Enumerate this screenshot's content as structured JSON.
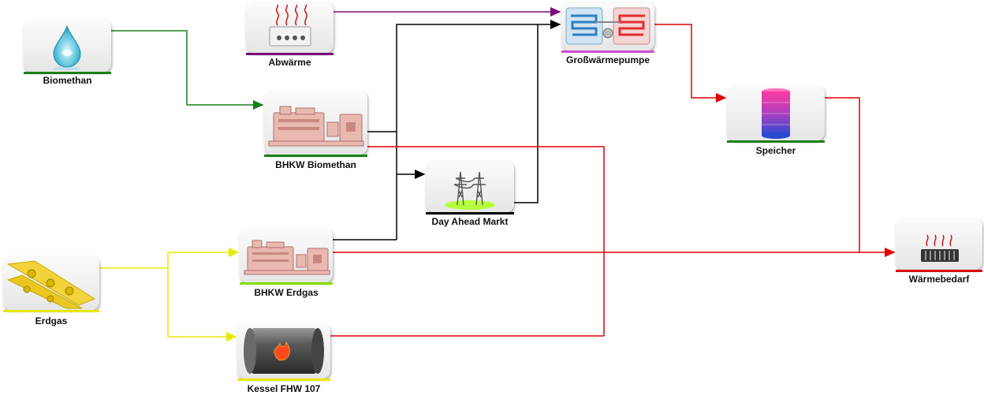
{
  "colors": {
    "biomethane": "#1a7f1a",
    "gas": "#e8e800",
    "electric": "#000000",
    "heat": "#e00000",
    "waste_heat": "#7a0a7a",
    "storage_bar": "#1a7f1a",
    "demand_bar": "#e00000",
    "heatpump_bar": "#d44fd4",
    "chp_gas_bar": "#7fe000",
    "market_bar": "#000000",
    "boiler_bar": "#e8e800"
  },
  "nodes": {
    "biomethan": {
      "label": "Biomethan",
      "icon": "water-drop-icon"
    },
    "abwaerme": {
      "label": "Abwärme",
      "icon": "waste-heat-icon"
    },
    "grosswaermepumpe": {
      "label": "Großwärmepumpe",
      "icon": "heat-pump-icon"
    },
    "bhkw_biomethan": {
      "label": "BHKW Biomethan",
      "icon": "engine-icon"
    },
    "speicher": {
      "label": "Speicher",
      "icon": "storage-tank-icon"
    },
    "day_ahead": {
      "label": "Day Ahead Markt",
      "icon": "power-pylon-icon"
    },
    "waermebedarf": {
      "label": "Wärmebedarf",
      "icon": "radiator-icon"
    },
    "erdgas": {
      "label": "Erdgas",
      "icon": "gas-pipes-icon"
    },
    "bhkw_erdgas": {
      "label": "BHKW Erdgas",
      "icon": "engine-icon"
    },
    "kessel": {
      "label": "Kessel FHW 107",
      "icon": "boiler-flame-icon"
    }
  },
  "connections": [
    {
      "from": "Biomethan",
      "to": "BHKW Biomethan",
      "type": "biomethane"
    },
    {
      "from": "Abwärme",
      "to": "Großwärmepumpe",
      "type": "waste_heat"
    },
    {
      "from": "BHKW Biomethan",
      "to": "Großwärmepumpe",
      "type": "electric"
    },
    {
      "from": "BHKW Biomethan",
      "to": "Day Ahead Markt",
      "type": "electric"
    },
    {
      "from": "BHKW Erdgas",
      "to": "Großwärmepumpe",
      "type": "electric"
    },
    {
      "from": "Day Ahead Markt",
      "to": "Großwärmepumpe",
      "type": "electric"
    },
    {
      "from": "Großwärmepumpe",
      "to": "Speicher",
      "type": "heat"
    },
    {
      "from": "Speicher",
      "to": "Wärmebedarf",
      "type": "heat"
    },
    {
      "from": "BHKW Biomethan",
      "to": "Wärmebedarf",
      "type": "heat"
    },
    {
      "from": "BHKW Erdgas",
      "to": "Wärmebedarf",
      "type": "heat"
    },
    {
      "from": "Kessel FHW 107",
      "to": "Wärmebedarf",
      "type": "heat"
    },
    {
      "from": "Erdgas",
      "to": "BHKW Erdgas",
      "type": "gas"
    },
    {
      "from": "Erdgas",
      "to": "Kessel FHW 107",
      "type": "gas"
    }
  ]
}
